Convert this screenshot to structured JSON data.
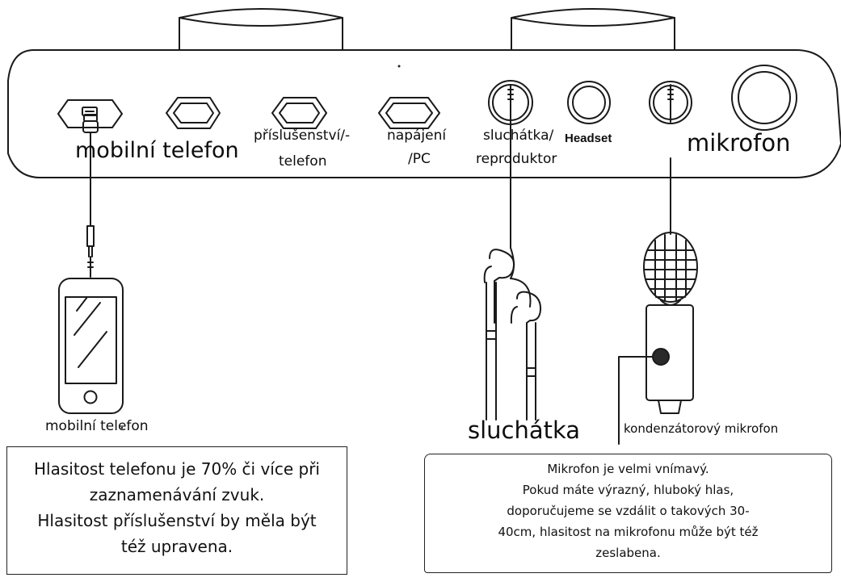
{
  "ports": {
    "mobile_phone": "mobilní telefon",
    "accessory_phone_line1": "příslušenství/-",
    "accessory_phone_line2": "telefon",
    "power_pc_line1": "napájení",
    "power_pc_line2": "/PC",
    "headphones_speaker_line1": "sluchátka/",
    "headphones_speaker_line2": "reproduktor",
    "headset": "Headset",
    "microphone": "mikrofon"
  },
  "devices": {
    "phone_caption": "mobilní telefon",
    "earphones_caption": "sluchátka",
    "condenser_mic_caption": "kondenzátorový mikrofon"
  },
  "notes": {
    "left": [
      "Hlasitost telefonu je 70% či více při",
      "zaznamenávání zvuk.",
      "Hlasitost příslušenství by měla být",
      "též upravena."
    ],
    "right": [
      "Mikrofon je velmi vnímavý.",
      "Pokud máte výrazný, hluboký hlas,",
      "doporučujeme se vzdálit o takových 30-",
      "40cm, hlasitost na mikrofonu může být též",
      "zeslabena."
    ]
  }
}
